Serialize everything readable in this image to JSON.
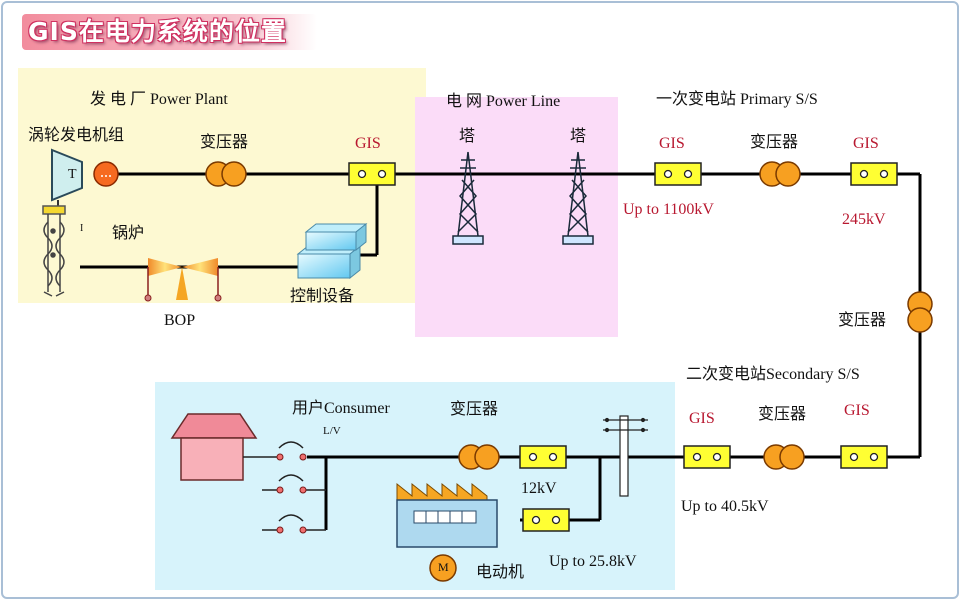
{
  "title": "GIS在电力系统的位置",
  "labels": {
    "power_plant": "发 电 厂 Power Plant",
    "turbine_set": "涡轮发电机组",
    "turbine_t": "T",
    "transformer_1": "变压器",
    "gis_1": "GIS",
    "boiler": "锅炉",
    "control": "控制设备",
    "bop": "BOP",
    "small_i": "I",
    "power_line": "电  网 Power Line",
    "tower_1": "塔",
    "tower_2": "塔",
    "primary_ss": "一次变电站 Primary S/S",
    "gis_2": "GIS",
    "transformer_2": "变压器",
    "gis_3": "GIS",
    "up_to_1100": "Up to  1100kV",
    "kv_245": "245kV",
    "transformer_3": "变压器",
    "secondary_ss": "二次变电站Secondary S/S",
    "gis_4": "GIS",
    "transformer_4": "变压器",
    "gis_5": "GIS",
    "up_to_40": "Up to 40.5kV",
    "consumer": "用户Consumer",
    "lv": "L/V",
    "transformer_5": "变压器",
    "kv_12": "12kV",
    "up_to_25": "Up to 25.8kV",
    "motor_m": "M",
    "motor": "电动机"
  },
  "colors": {
    "plant_zone": "#fdf9d2",
    "line_zone": "#fbdcf8",
    "consumer_zone": "#d7f3fb",
    "gis_fill": "#ffff33",
    "transformer_fill": "#f7a021",
    "accent_red": "#b81830"
  }
}
